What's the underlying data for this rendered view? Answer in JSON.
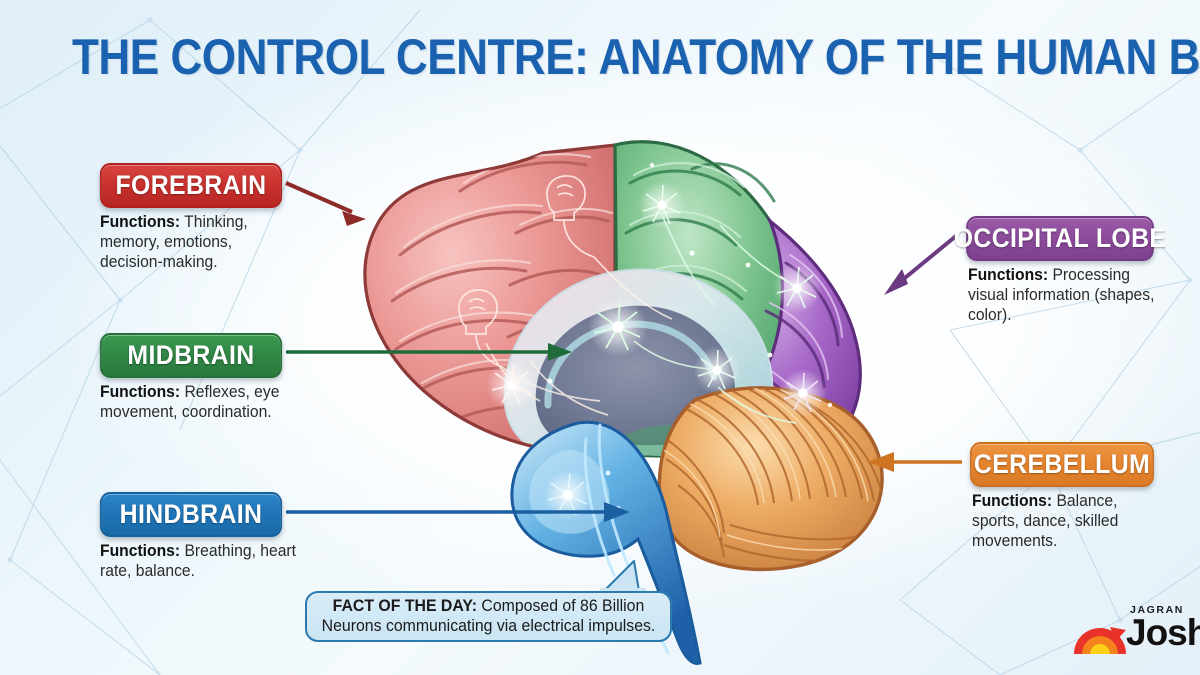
{
  "page": {
    "title": "THE CONTROL CENTRE: ANATOMY OF THE HUMAN BRAIN",
    "background_color": "#eaf3f9",
    "title_color": "#1a62b0"
  },
  "labels": [
    {
      "id": "forebrain",
      "badge": "FOREBRAIN",
      "color": "#c62f2c",
      "functions_prefix": "Functions:",
      "functions_text": " Thinking, memory, emotions, decision-making.",
      "side": "left"
    },
    {
      "id": "midbrain",
      "badge": "MIDBRAIN",
      "color": "#2f8444",
      "functions_prefix": "Functions:",
      "functions_text": " Reflexes, eye movement, coordination.",
      "side": "left"
    },
    {
      "id": "hindbrain",
      "badge": "HINDBRAIN",
      "color": "#1f73b5",
      "functions_prefix": "Functions:",
      "functions_text": " Breathing, heart rate, balance.",
      "side": "left"
    },
    {
      "id": "occipital-lobe",
      "badge": "OCCIPITAL LOBE",
      "color": "#8a4a99",
      "functions_prefix": "Functions:",
      "functions_text": " Processing visual information (shapes, color).",
      "side": "right"
    },
    {
      "id": "cerebellum",
      "badge": "CEREBELLUM",
      "color": "#e4822c",
      "functions_prefix": "Functions:",
      "functions_text": " Balance, sports, dance, skilled movements.",
      "side": "right"
    }
  ],
  "fact": {
    "prefix": "FACT OF THE DAY:",
    "text": " Composed of 86 Billion Neurons communicating via electrical impulses.",
    "border_color": "#2c79ad",
    "fill_color": "#cbe5f4"
  },
  "logo": {
    "brand_small": "JAGRAN",
    "brand_main": "Josh",
    "icon": "sunburst-arc-icon"
  },
  "illustration": {
    "name": "human-brain-lateral-diagram",
    "regions": [
      {
        "name": "forebrain-cerebrum",
        "color": "#e8918f"
      },
      {
        "name": "midbrain-parietal",
        "color": "#63b97f"
      },
      {
        "name": "occipital-lobe",
        "color": "#9b5fc0"
      },
      {
        "name": "cerebellum",
        "color": "#e6a05a"
      },
      {
        "name": "brainstem",
        "color": "#2f7fc4"
      }
    ]
  }
}
